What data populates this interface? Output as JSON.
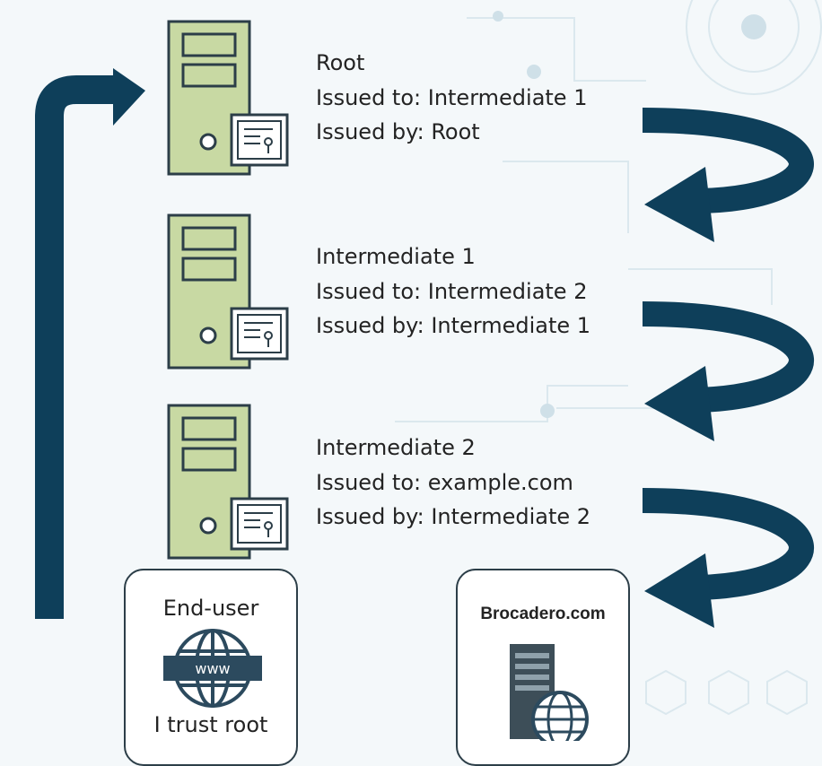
{
  "levels": [
    {
      "name": "Root",
      "issued_to": "Issued to: Intermediate 1",
      "issued_by": "Issued by: Root"
    },
    {
      "name": "Intermediate 1",
      "issued_to": "Issued to: Intermediate 2",
      "issued_by": "Issued by: Intermediate 1"
    },
    {
      "name": "Intermediate 2",
      "issued_to": "Issued to: example.com",
      "issued_by": "Issued by: Intermediate 2"
    }
  ],
  "end_user": {
    "title": "End-user",
    "badge": "www",
    "caption": "I trust root"
  },
  "website": {
    "title": "Brocadero.com"
  },
  "colors": {
    "arrow": "#0e3f5a",
    "server_fill": "#c8d9a3",
    "server_stroke": "#2c3e48",
    "certificate_fill": "#ffffff",
    "card_border": "#2c3e48",
    "globe": "#2c4a5e"
  },
  "icons": [
    "server-icon",
    "certificate-icon",
    "globe-icon",
    "web-server-icon",
    "arrow-icon"
  ]
}
